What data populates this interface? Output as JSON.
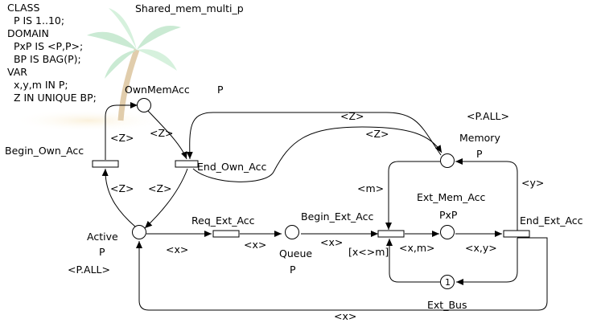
{
  "title": "Shared_mem_multi_p",
  "declarations": [
    "CLASS",
    "  P IS 1..10;",
    "DOMAIN",
    "  PxP IS <P,P>;",
    "  BP IS BAG(P);",
    "VAR",
    "  x,y,m IN P;",
    "  Z IN UNIQUE BP;"
  ],
  "places": {
    "ownmemacc": {
      "name": "OwnMemAcc",
      "domain": "P"
    },
    "active": {
      "name": "Active",
      "domain": "P",
      "marking": "<P.ALL>"
    },
    "queue": {
      "name": "Queue",
      "domain": "P"
    },
    "memory": {
      "name": "Memory",
      "domain": "P",
      "marking": "<P.ALL>"
    },
    "ext_mem_acc": {
      "name": "Ext_Mem_Acc",
      "domain": "PxP"
    },
    "ext_bus": {
      "name": "Ext_Bus",
      "marking": "1"
    }
  },
  "transitions": {
    "begin_own_acc": "Begin_Own_Acc",
    "end_own_acc": "End_Own_Acc",
    "req_ext_acc": "Req_Ext_Acc",
    "begin_ext_acc": "Begin_Ext_Acc",
    "end_ext_acc": "End_Ext_Acc"
  },
  "guards": {
    "begin_ext_acc": "[x<>m]"
  },
  "arc_labels": {
    "active_to_begin_own": "<Z>",
    "begin_own_to_ownmem": "<Z>",
    "ownmem_to_end_own": "<Z>",
    "end_own_to_active": "<Z>",
    "memory_to_end_own": "<Z>",
    "end_own_to_memory": "<Z>",
    "active_to_req": "<x>",
    "req_to_queue": "<x>",
    "queue_to_begin": "<x>",
    "memory_to_begin": "<m>",
    "begin_to_extmem": "<x,m>",
    "extmem_to_end_ext": "<x,y>",
    "end_ext_to_memory": "<y>",
    "end_ext_to_active": "<x>"
  }
}
